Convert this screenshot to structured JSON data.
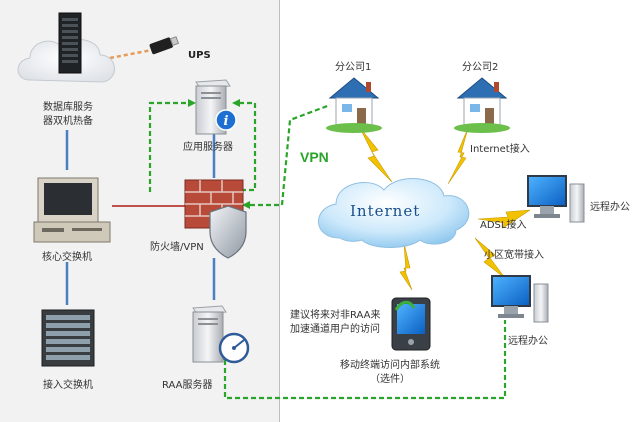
{
  "labels": {
    "ups": "UPS",
    "db_server": [
      "数据库服务",
      "器双机热备"
    ],
    "app_server": "应用服务器",
    "vpn": "VPN",
    "core_switch": "核心交换机",
    "firewall": "防火墙/VPN",
    "access_switch": "接入交换机",
    "raa_server": "RAA服务器",
    "branch1": "分公司1",
    "branch2": "分公司2",
    "internet": "Internet",
    "internet_access": "Internet接入",
    "adsl": "ADSL接入",
    "remote_office": "远程办公",
    "community": "小区宽带接入",
    "remote_office2": "远程办公",
    "suggestion": [
      "建议将来对非RAA来",
      "加速通道用户的访问"
    ],
    "mobile": [
      "移动终端访问内部系统",
      "（选件）"
    ]
  },
  "colors": {
    "panel_bg": "#f2f2f2",
    "vpn_green": "#2aa52a",
    "link_blue": "#4a7fc1",
    "link_red": "#c0504d",
    "lightning": "#f2c200"
  },
  "icons": [
    "cloud-icon",
    "server-rack-icon",
    "usb-ups-icon",
    "server-info-icon",
    "firewall-icon",
    "shield-icon",
    "desktop-switch-icon",
    "rack-switch-icon",
    "raa-server-icon",
    "house-icon",
    "internet-cloud-icon",
    "monitor-icon",
    "pda-icon"
  ]
}
